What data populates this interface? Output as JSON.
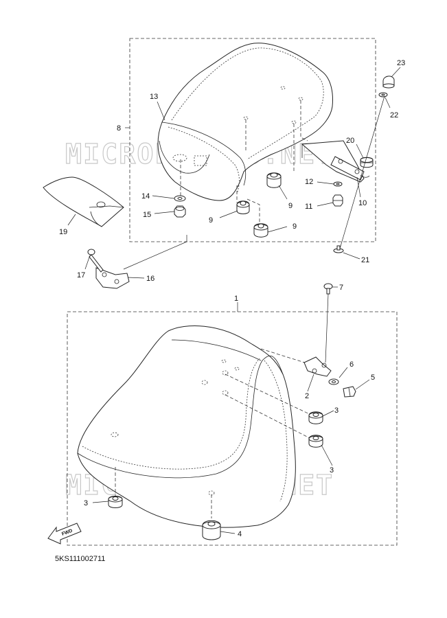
{
  "diagram": {
    "code": "5KS111002711",
    "watermark": "MICROFICHES.NET",
    "fwd_label": "FWD",
    "callouts": {
      "c1": "1",
      "c2": "2",
      "c3a": "3",
      "c3b": "3",
      "c3c": "3",
      "c4": "4",
      "c5": "5",
      "c6": "6",
      "c7": "7",
      "c8": "8",
      "c9a": "9",
      "c9b": "9",
      "c9c": "9",
      "c10": "10",
      "c11": "11",
      "c12": "12",
      "c13": "13",
      "c14": "14",
      "c15": "15",
      "c16": "16",
      "c17": "17",
      "c19": "19",
      "c20": "20",
      "c21": "21",
      "c22": "22",
      "c23": "23"
    }
  }
}
